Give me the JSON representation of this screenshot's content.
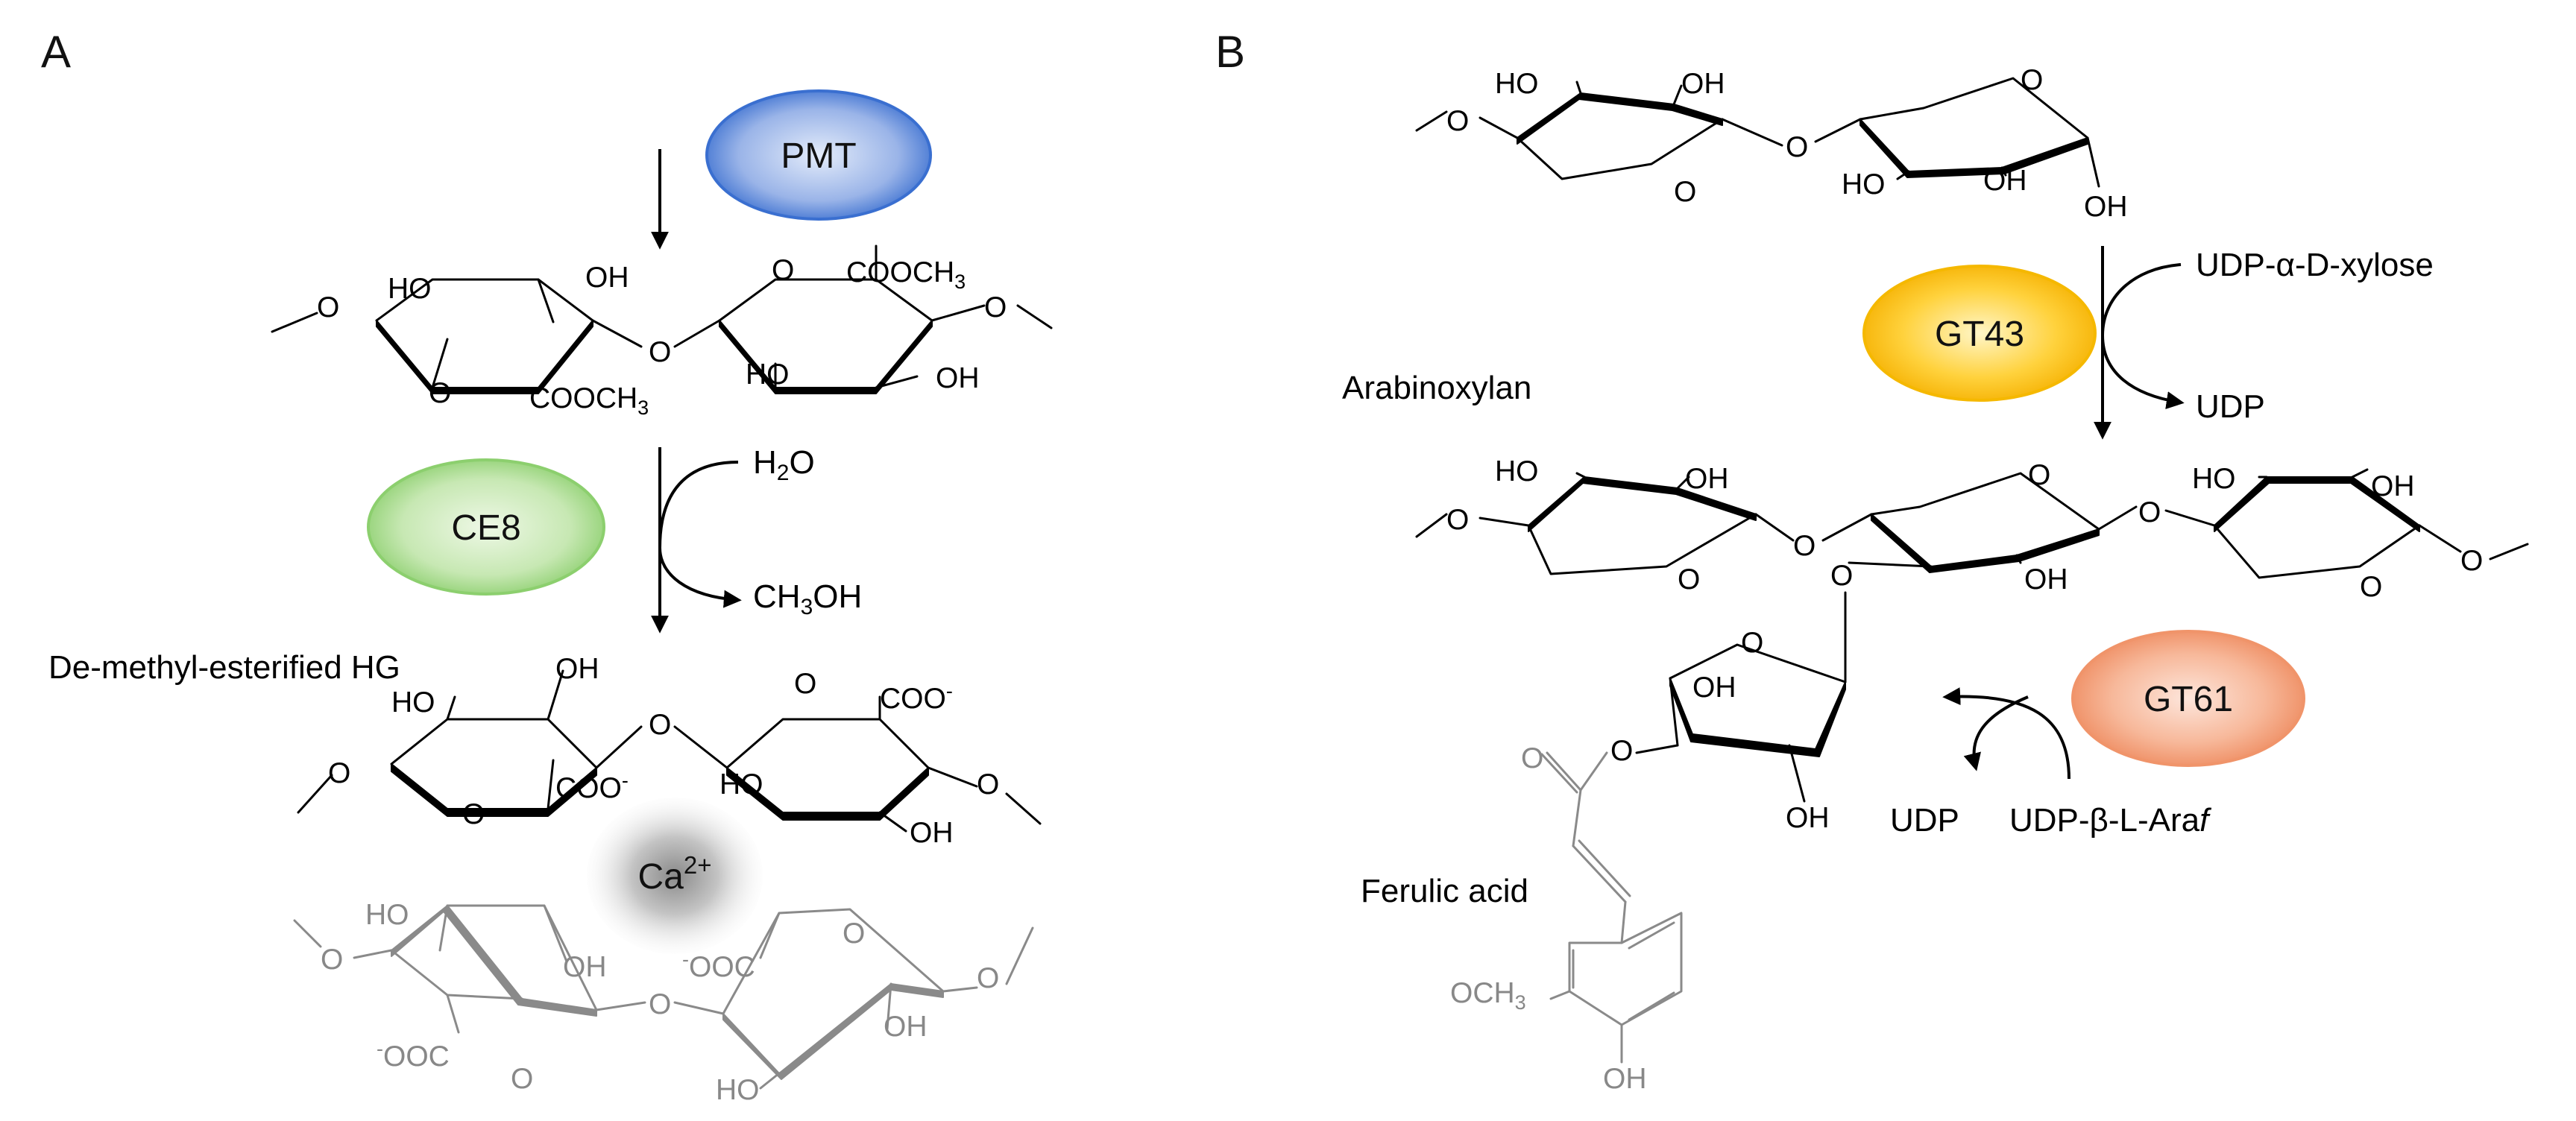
{
  "panels": {
    "a": {
      "label": "A"
    },
    "b": {
      "label": "B"
    }
  },
  "enzymes": {
    "pmt": {
      "label": "PMT",
      "color": "#3a6fd0"
    },
    "ce8": {
      "label": "CE8",
      "color": "#8ccf6e"
    },
    "gt43": {
      "label": "GT43",
      "color": "#f5b800"
    },
    "gt61": {
      "label": "GT61",
      "color": "#f0946a"
    }
  },
  "ion": {
    "label": "Ca",
    "charge": "2+",
    "color": "#9a9a9a"
  },
  "reagents": {
    "water": {
      "base": "H",
      "sub": "2",
      "rest": "O"
    },
    "methanol": {
      "base": "CH",
      "sub": "3",
      "rest": "OH"
    },
    "udp_xylose": "UDP-α-D-xylose",
    "udp_1": "UDP",
    "udp_2": "UDP",
    "udp_ara_prefix": "UDP-β-L-Ara",
    "udp_ara_italic": "f"
  },
  "names": {
    "demethyl_hg": "De-methyl-esterified HG",
    "arabinoxylan": "Arabinoxylan",
    "ferulic_acid": "Ferulic acid"
  },
  "groups": {
    "oh": "OH",
    "ho": "HO",
    "o": "O",
    "coo_minus": "COO",
    "minus_ooc": "OOC",
    "minus": "-",
    "cooch3_base": "COOCH",
    "cooch3_sub": "3",
    "och3_base": "OCH",
    "och3_sub": "3"
  }
}
